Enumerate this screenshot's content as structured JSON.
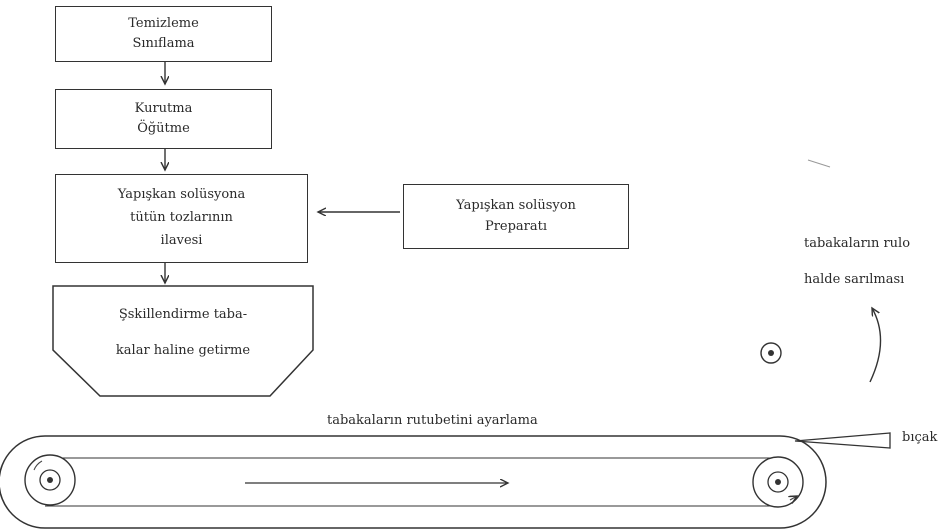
{
  "flow_steps": [
    {
      "line1": "Temizleme",
      "line2": "Sınıflama"
    },
    {
      "line1": "Kurutma",
      "line2": "Öğütme"
    },
    {
      "line1": "Yapışkan solüsyona",
      "line2": "tütün tozlarının",
      "line3": "ilavesi"
    }
  ],
  "side_box": {
    "line1": "Yapışkan solüsyon",
    "line2": "Preparatı"
  },
  "hopper": {
    "line1": "Şskillendirme taba-",
    "line2": "kalar haline getirme"
  },
  "labels": {
    "roll_line1": "tabakaların rulo",
    "roll_line2": "halde sarılması",
    "conveyor": "tabakaların rutubetini ayarlama",
    "knife": "bıçak"
  }
}
